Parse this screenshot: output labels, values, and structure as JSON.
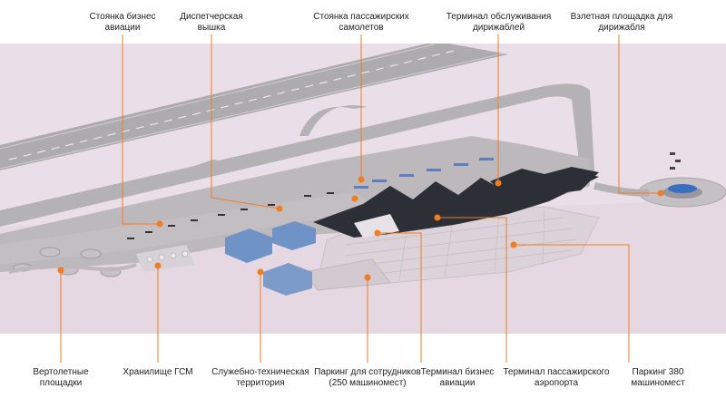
{
  "labels_top": [
    {
      "id": "business-aviation-parking",
      "text": "Стоянка бизнес\nавиации"
    },
    {
      "id": "control-tower",
      "text": "Диспетчерская\nвышка"
    },
    {
      "id": "passenger-aircraft-parking",
      "text": "Стоянка пассажирских\nсамолетов"
    },
    {
      "id": "airship-terminal",
      "text": "Терминал обслуживания\nдирижаблей"
    },
    {
      "id": "airship-takeoff-pad",
      "text": "Взлетная площадка для\nдирижабля"
    }
  ],
  "labels_bottom": [
    {
      "id": "helipads",
      "text": "Вертолетные\nплощадки"
    },
    {
      "id": "fuel-storage",
      "text": "Хранилище ГСМ"
    },
    {
      "id": "service-area",
      "text": "Служебно-техническая\nтерритория"
    },
    {
      "id": "staff-parking",
      "text": "Паркинг для сотрудников\n(250 машиномест)"
    },
    {
      "id": "business-terminal",
      "text": "Терминал бизнес\nавиации"
    },
    {
      "id": "passenger-terminal",
      "text": "Терминал пассажирского\nаэропорта"
    },
    {
      "id": "parking-380",
      "text": "Паркинг 380\nмашиномест"
    }
  ],
  "colors": {
    "accent": "#f07c24",
    "ground": "#e9dde6",
    "apron": "#b7b3b7",
    "roof": "#2c2f36",
    "hangar": "#6f93c7"
  }
}
